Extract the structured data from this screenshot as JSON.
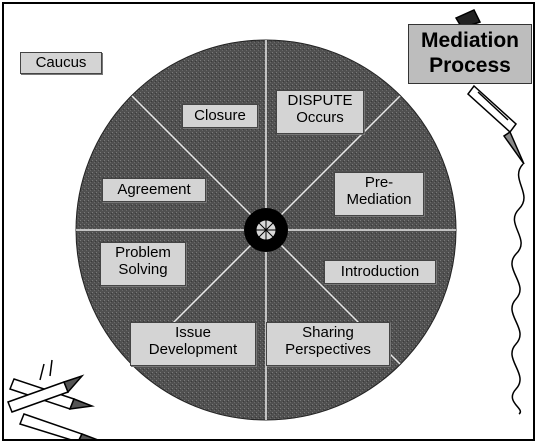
{
  "title": "Mediation\nProcess",
  "caucus": "Caucus",
  "segments": [
    {
      "id": "closure",
      "label": "Closure"
    },
    {
      "id": "dispute",
      "label": "DISPUTE\nOccurs"
    },
    {
      "id": "pre-mediation",
      "label": "Pre-\nMediation"
    },
    {
      "id": "introduction",
      "label": "Introduction"
    },
    {
      "id": "sharing-perspectives",
      "label": "Sharing\nPerspectives"
    },
    {
      "id": "issue-development",
      "label": "Issue\nDevelopment"
    },
    {
      "id": "problem-solving",
      "label": "Problem\nSolving"
    },
    {
      "id": "agreement",
      "label": "Agreement"
    }
  ],
  "colors": {
    "wheel": "#4a4a4a",
    "spoke": "#e8e8e8",
    "label_bg": "#d4d4d4",
    "hub": "#000000"
  }
}
